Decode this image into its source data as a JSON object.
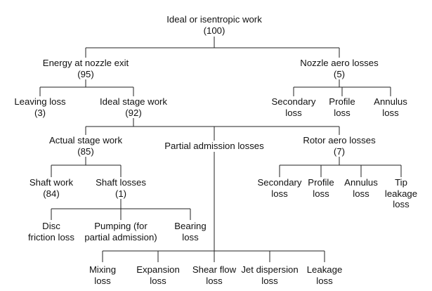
{
  "diagram": {
    "root": {
      "label": "Ideal or isentropic work",
      "value": "(100)"
    },
    "nozzle_exit": {
      "label": "Energy at nozzle exit",
      "value": "(95)"
    },
    "nozzle_aero": {
      "label": "Nozzle aero losses",
      "value": "(5)"
    },
    "leaving": {
      "label": "Leaving loss",
      "value": "(3)"
    },
    "ideal_stage": {
      "label": "Ideal stage work",
      "value": "(92)"
    },
    "nozzle_secondary": {
      "line1": "Secondary",
      "line2": "loss"
    },
    "nozzle_profile": {
      "line1": "Profile",
      "line2": "loss"
    },
    "nozzle_annulus": {
      "line1": "Annulus",
      "line2": "loss"
    },
    "actual_stage": {
      "label": "Actual stage work",
      "value": "(85)"
    },
    "partial_admission": {
      "label": "Partial admission losses"
    },
    "rotor_aero": {
      "label": "Rotor aero losses",
      "value": "(7)"
    },
    "shaft_work": {
      "label": "Shaft work",
      "value": "(84)"
    },
    "shaft_losses": {
      "label": "Shaft losses",
      "value": "(1)"
    },
    "rotor_secondary": {
      "line1": "Secondary",
      "line2": "loss"
    },
    "rotor_profile": {
      "line1": "Profile",
      "line2": "loss"
    },
    "rotor_annulus": {
      "line1": "Annulus",
      "line2": "loss"
    },
    "rotor_tip": {
      "line1": "Tip",
      "line2": "leakage",
      "line3": "loss"
    },
    "disc_friction": {
      "line1": "Disc",
      "line2": "friction loss"
    },
    "pumping": {
      "line1": "Pumping (for",
      "line2": "partial admission)"
    },
    "bearing": {
      "line1": "Bearing",
      "line2": "loss"
    },
    "mixing": {
      "line1": "Mixing",
      "line2": "loss"
    },
    "expansion": {
      "line1": "Expansion",
      "line2": "loss"
    },
    "shear_flow": {
      "line1": "Shear flow",
      "line2": "loss"
    },
    "jet_dispersion": {
      "line1": "Jet dispersion",
      "line2": "loss"
    },
    "leakage": {
      "line1": "Leakage",
      "line2": "loss"
    }
  }
}
